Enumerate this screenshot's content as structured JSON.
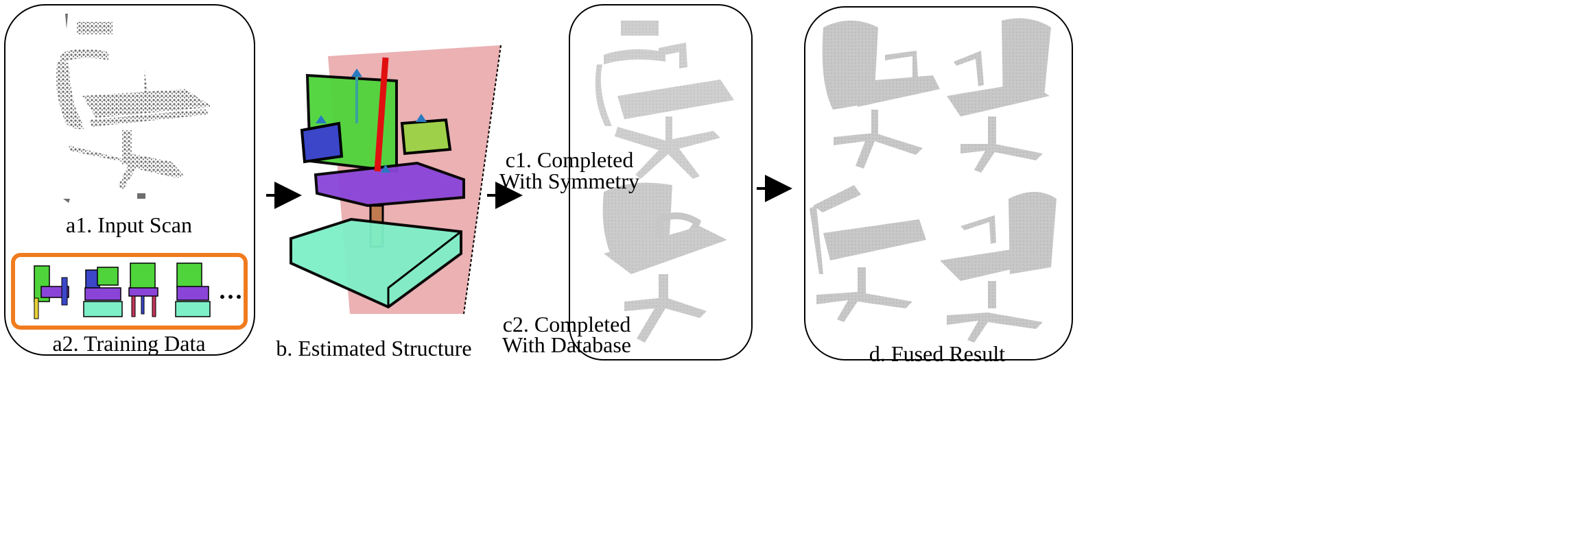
{
  "panels": {
    "a1": {
      "label": "a1. Input Scan"
    },
    "a2": {
      "label": "a2. Training Data",
      "ellipsis": "···"
    },
    "b": {
      "label": "b. Estimated Structure"
    },
    "c1": {
      "label_line1": "c1. Completed",
      "label_line2": "With Symmetry"
    },
    "c2": {
      "label_line1": "c2. Completed",
      "label_line2": "With Database"
    },
    "d": {
      "label": "d. Fused Result"
    }
  },
  "colors": {
    "panel_border": "#000000",
    "training_box": "#f07c1e",
    "symmetry_plane": "#e9a9ab",
    "back_part": "#4fd43b",
    "arm_part": "#3b46c8",
    "seat_part": "#8a45d8",
    "base_part": "#7ef0c8",
    "axis_red": "#e01010",
    "point_cloud": "#555555",
    "completed_gray": "#b0b0b0"
  }
}
